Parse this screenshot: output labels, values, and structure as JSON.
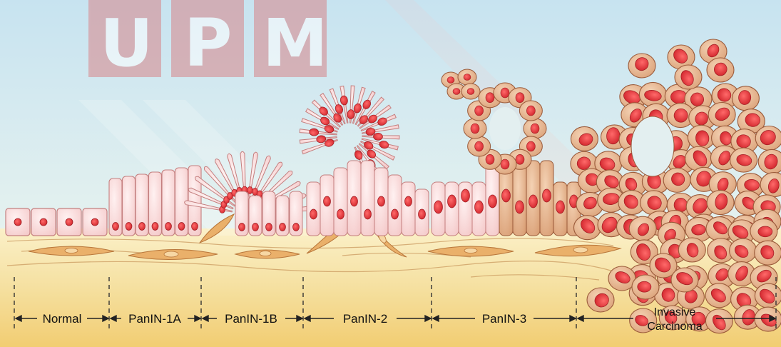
{
  "diagram": {
    "stages": [
      {
        "label": "Normal"
      },
      {
        "label": "PanIN-1A"
      },
      {
        "label": "PanIN-1B"
      },
      {
        "label": "PanIN-2"
      },
      {
        "label": "PanIN-3"
      },
      {
        "label_line1": "Invasive",
        "label_line2": "Carcinoma"
      }
    ],
    "watermark": {
      "text": "UPM"
    }
  },
  "colors": {
    "sky_top": "#c7e3f0",
    "sky_bottom": "#e8f3f1",
    "stroma": "#f4e2a8",
    "stroma_deep": "#f2cf72",
    "normal_cell": "#fbe4e4",
    "normal_outline": "#c47f7f",
    "nucleus": "#e2383e",
    "carcinoma_cell": "#e6b690",
    "carcinoma_outline": "#9a5a3a",
    "fibroblast": "#e9a85a",
    "watermark": "#d8858a"
  }
}
